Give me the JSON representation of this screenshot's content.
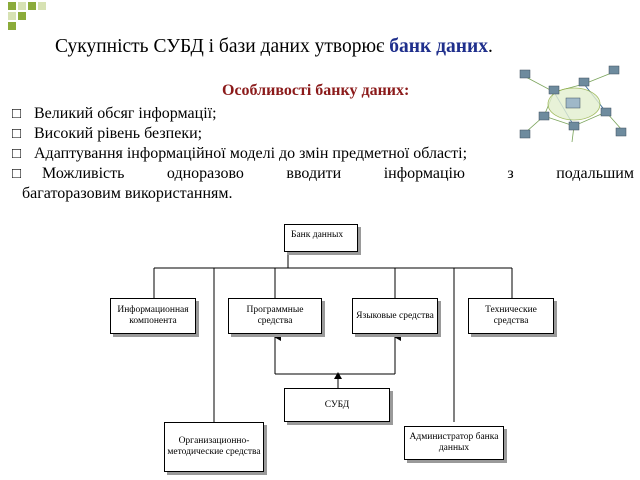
{
  "title": {
    "prefix": "Сукупність СУБД і бази даних утворює ",
    "accent": "банк даних",
    "suffix": "."
  },
  "subtitle": "Особливості банку даних:",
  "bullets": [
    "Великий обсяг інформації;",
    "Високий рівень безпеки;",
    "Адаптування інформаційної моделі до змін  предметної області;",
    "Можливість одноразово вводити інформацію з подальшим"
  ],
  "bullet_continuation": "багаторазовим використанням.",
  "bullet_marker": "□",
  "diagram": {
    "root": "Банк данных",
    "children": [
      "Информационная компонента",
      "Программные средства",
      "Языковые средства",
      "Технические средства"
    ],
    "dbms": "СУБД",
    "bottom_left": "Организационно-методические средства",
    "bottom_right": "Администратор банка данных"
  },
  "colors": {
    "accent_blue": "#1f2f8c",
    "subtitle_red": "#8b1a1a",
    "deco_green": "#8bab3a"
  }
}
